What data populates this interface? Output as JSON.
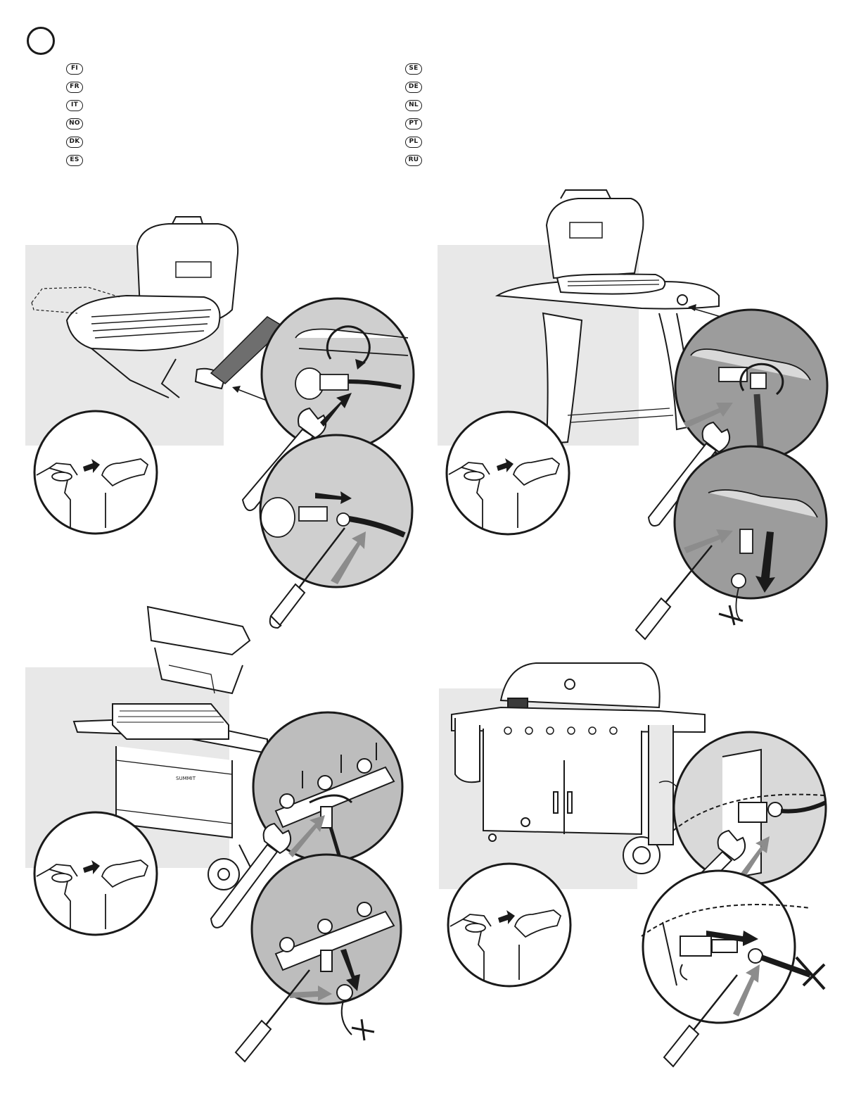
{
  "languages_left": [
    "FI",
    "FR",
    "IT",
    "NO",
    "DK",
    "ES"
  ],
  "languages_right": [
    "SE",
    "DE",
    "NL",
    "PT",
    "PL",
    "RU"
  ],
  "panel3_brand": "SUMMIT",
  "colors": {
    "shade": "#e8e8e8",
    "ink": "#1a1a1a",
    "detail_bg": "#bdbdbd",
    "arrow_gray": "#8c8c8c"
  }
}
